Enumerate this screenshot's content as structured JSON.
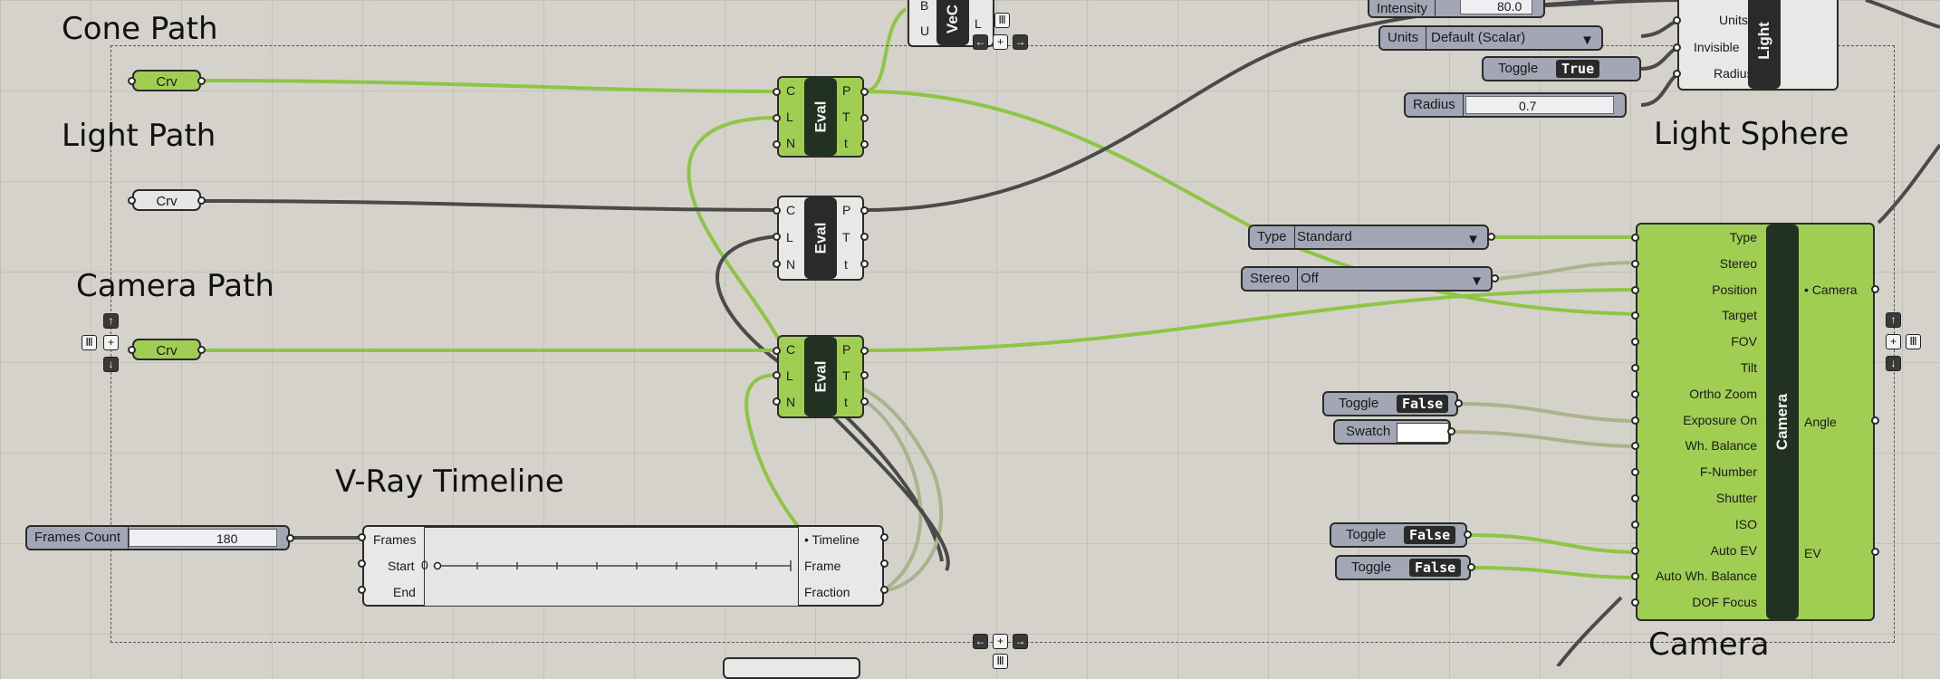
{
  "titles": {
    "cone_path": "Cone Path",
    "light_path": "Light Path",
    "camera_path": "Camera Path",
    "vray_timeline": "V-Ray Timeline",
    "light_sphere": "Light Sphere",
    "camera": "Camera"
  },
  "curves": {
    "cone": "Crv",
    "light": "Crv",
    "camera": "Crv"
  },
  "eval": {
    "core": "Eval",
    "inputs": [
      "C",
      "L",
      "N"
    ],
    "outputs": [
      "P",
      "T",
      "t"
    ]
  },
  "top_partial": {
    "inputs": [
      "B",
      "U"
    ],
    "output": "L",
    "core": "VeC"
  },
  "light_sphere_component": {
    "core": "Light",
    "inputs": [
      "Units",
      "Invisible",
      "Radius"
    ],
    "intensity_label": "Intensity",
    "intensity_value": "80.0",
    "units_label": "Units",
    "units_value": "Default (Scalar)",
    "toggle_label": "Toggle",
    "toggle_value": "True",
    "radius_label": "Radius",
    "radius_value": "0.7"
  },
  "camera_params": {
    "type_label": "Type",
    "type_value": "Standard",
    "stereo_label": "Stereo",
    "stereo_value": "Off"
  },
  "camera_component": {
    "core": "Camera",
    "inputs": [
      "Type",
      "Stereo",
      "Position",
      "Target",
      "FOV",
      "Tilt",
      "Ortho Zoom",
      "Exposure On",
      "Wh. Balance",
      "F-Number",
      "Shutter",
      "ISO",
      "Auto EV",
      "Auto Wh. Balance",
      "DOF Focus"
    ],
    "outputs": {
      "camera": "• Camera",
      "angle": "Angle",
      "ev": "EV"
    }
  },
  "exposure": {
    "toggle1_label": "Toggle",
    "toggle1_value": "False",
    "swatch_label": "Swatch",
    "toggle2_label": "Toggle",
    "toggle2_value": "False",
    "toggle3_label": "Toggle",
    "toggle3_value": "False"
  },
  "timeline": {
    "frames_label": "Frames Count",
    "frames_value": "180",
    "inputs": [
      "Frames",
      "Start",
      "End"
    ],
    "outputs": [
      "• Timeline",
      "Frame",
      "Fraction"
    ],
    "start_value": "0"
  },
  "colors": {
    "wire_green": "#8fc545",
    "wire_dark": "#4a4a4a",
    "wire_light": "#a9b48c",
    "canvas": "#d4d2cb"
  }
}
